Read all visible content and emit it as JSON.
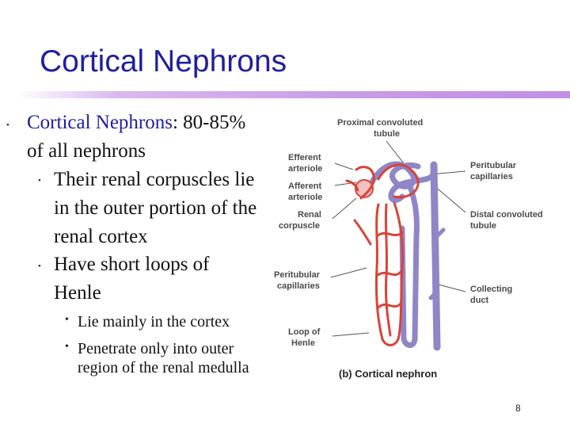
{
  "slide": {
    "title": "Cortical Nephrons",
    "bullet_l1_term": "Cortical Nephrons",
    "bullet_l1_rest": ": 80-85% of all nephrons",
    "bullet_l2": [
      "Their renal corpuscles lie in the outer portion of the renal cortex",
      "Have short loops of Henle"
    ],
    "bullet_l3": [
      "Lie mainly in the cortex",
      "Penetrate only into outer region of the renal medulla"
    ],
    "page_number": "8"
  },
  "figure": {
    "caption": "(b) Cortical nephron",
    "labels": {
      "proximal": [
        "Proximal convoluted",
        "tubule"
      ],
      "efferent": [
        "Efferent",
        "arteriole"
      ],
      "afferent": [
        "Afferent",
        "arteriole"
      ],
      "renal_corpuscle": [
        "Renal",
        "corpuscle"
      ],
      "peritubular_left": [
        "Peritubular",
        "capillaries"
      ],
      "loop": [
        "Loop of",
        "Henle"
      ],
      "peritubular_right": [
        "Peritubular",
        "capillaries"
      ],
      "distal": [
        "Distal convoluted",
        "tubule"
      ],
      "collecting": [
        "Collecting",
        "duct"
      ]
    }
  },
  "colors": {
    "title": "#1f1fa0",
    "rule": "#c99be8",
    "vessel_red": "#d9433a",
    "tubule_purple": "#8f86c8"
  }
}
